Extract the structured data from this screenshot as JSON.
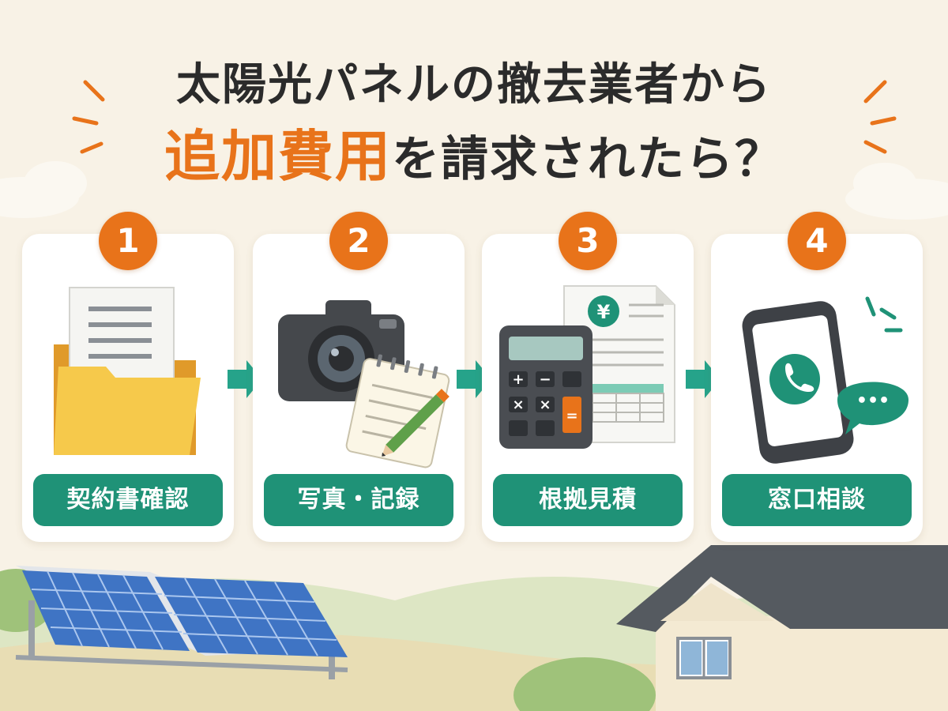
{
  "title": {
    "line1": "太陽光パネルの撤去業者から",
    "line2_accent": "追加費用",
    "line2_rest": "を請求されたら？"
  },
  "steps": [
    {
      "number": "1",
      "label": "契約書確認",
      "icon": "folder-document-icon"
    },
    {
      "number": "2",
      "label": "写真・記録",
      "icon": "camera-notepad-icon"
    },
    {
      "number": "3",
      "label": "根拠見積",
      "icon": "calculator-estimate-icon"
    },
    {
      "number": "4",
      "label": "窓口相談",
      "icon": "phone-chat-icon"
    }
  ],
  "estimate_currency_symbol": "¥",
  "calculator_keys": [
    "+",
    "−",
    "×",
    "×",
    "="
  ],
  "chat_bubble_text": "•••",
  "colors": {
    "accent_orange": "#e8731a",
    "label_teal": "#1f9277",
    "arrow_teal": "#26a38a",
    "background": "#f8f2e6",
    "title_text": "#2b2b2b"
  }
}
